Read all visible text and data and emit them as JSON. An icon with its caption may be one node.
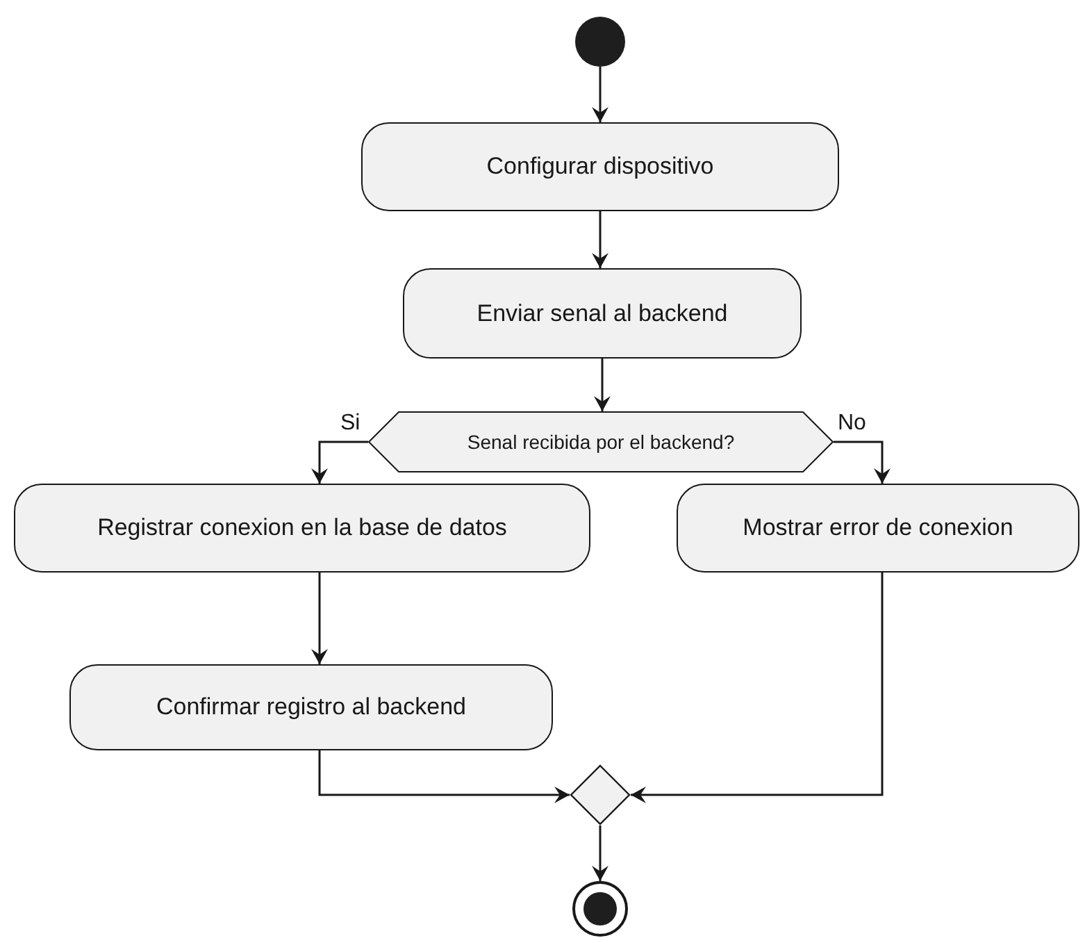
{
  "diagram": {
    "nodes": [
      {
        "text": [],
        "shape": "circle"
      },
      {
        "text": [
          "Configurar dispositivo"
        ]
      },
      {
        "text": [
          "Enviar senal al backend"
        ]
      },
      {
        "text": [
          "Senal recibida por el backend?"
        ]
      },
      {
        "text": [
          "Registrar conexion en la base de datos"
        ]
      },
      {
        "text": [
          "Mostrar error de conexion"
        ]
      },
      {
        "text": [
          "Confirmar registro al backend"
        ]
      },
      {
        "text": [],
        "shape": "diamond"
      },
      {
        "text": [],
        "shape": "circle"
      }
    ],
    "edges": [
      {
        "from": 0,
        "to": 1,
        "arrow": "to"
      },
      {
        "from": 1,
        "to": 2,
        "arrow": "to"
      },
      {
        "from": 2,
        "to": 3,
        "arrow": "to"
      },
      {
        "from": 3,
        "to": 4,
        "arrow": "to",
        "label": "Si"
      },
      {
        "from": 3,
        "to": 5,
        "arrow": "to",
        "label": "No"
      },
      {
        "from": 4,
        "to": 6,
        "arrow": "to"
      },
      {
        "from": 6,
        "to": 7,
        "arrow": "to"
      },
      {
        "from": 5,
        "to": 7,
        "arrow": "to"
      },
      {
        "from": 7,
        "to": 8,
        "arrow": "to"
      }
    ]
  }
}
